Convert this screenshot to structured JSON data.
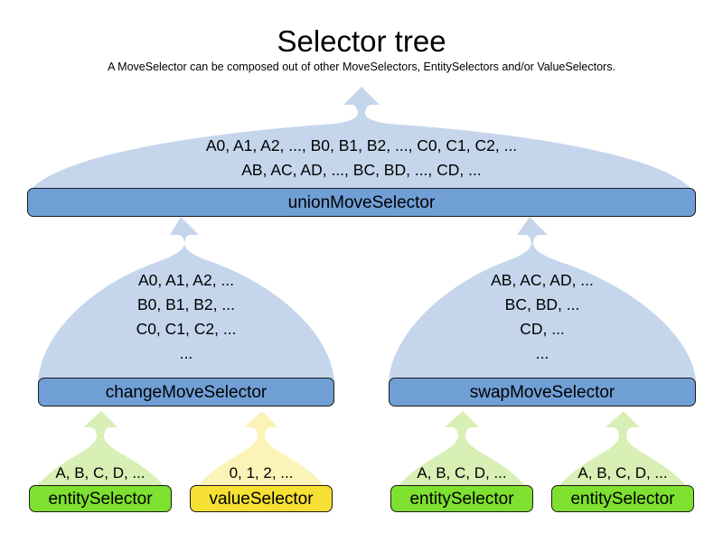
{
  "diagram": {
    "title": "Selector tree",
    "subtitle": "A MoveSelector can be composed out of other MoveSelectors, EntitySelectors and/or ValueSelectors.",
    "colors": {
      "balloon_blue_fill": "#c5d6ec",
      "bar_blue_fill": "#709fd6",
      "balloon_green_fill": "#d8efb5",
      "bar_green_fill": "#7ee02f",
      "balloon_yellow_fill": "#fcf3b8",
      "bar_yellow_fill": "#f5e033",
      "outline": "#1a1a1a",
      "background": "#ffffff"
    }
  },
  "nodes": {
    "union": {
      "label": "unionMoveSelector",
      "contents": "A0, A1, A2, ..., B0, B1, B2, ..., C0, C1, C2, ...\nAB, AC, AD, ..., BC, BD, ..., CD, ...",
      "lines": [
        "A0, A1, A2, ..., B0, B1, B2, ..., C0, C1, C2, ...",
        "AB, AC, AD, ..., BC, BD, ..., CD, ..."
      ],
      "kind": "moveSelector"
    },
    "change": {
      "label": "changeMoveSelector",
      "contents": "A0, A1, A2, ...\nB0, B1, B2, ...\nC0, C1, C2, ...\n...",
      "lines": [
        "A0, A1, A2, ...",
        "B0, B1, B2, ...",
        "C0, C1, C2, ...",
        "..."
      ],
      "kind": "moveSelector"
    },
    "swap": {
      "label": "swapMoveSelector",
      "contents": "AB, AC, AD, ...\nBC, BD, ...\nCD, ...\n...",
      "lines": [
        "AB, AC, AD, ...",
        "BC, BD, ...",
        "CD, ...",
        "..."
      ],
      "kind": "moveSelector"
    },
    "entity1": {
      "label": "entitySelector",
      "contents": "A, B, C, D, ...",
      "kind": "entitySelector"
    },
    "value1": {
      "label": "valueSelector",
      "contents": "0, 1, 2, ...",
      "kind": "valueSelector"
    },
    "entity2": {
      "label": "entitySelector",
      "contents": "A, B, C, D, ...",
      "kind": "entitySelector"
    },
    "entity3": {
      "label": "entitySelector",
      "contents": "A, B, C, D, ...",
      "kind": "entitySelector"
    }
  }
}
